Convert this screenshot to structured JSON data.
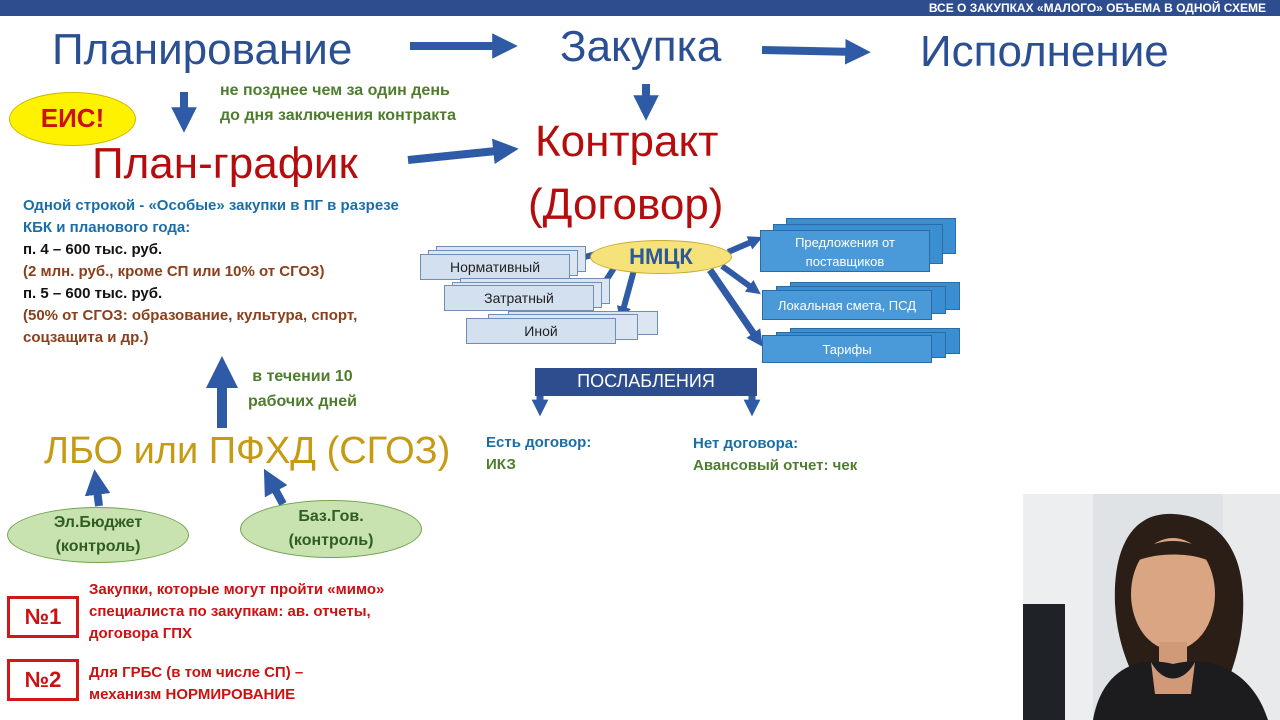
{
  "header": {
    "banner": "ВСЕ О ЗАКУПКАХ «МАЛОГО» ОБЪЕМА В ОДНОЙ СХЕМЕ"
  },
  "main": {
    "planning": "Планирование",
    "purchase": "Закупка",
    "execution": "Исполнение",
    "eis": "ЕИС!",
    "deadline_line1": "не позднее чем за один день",
    "deadline_line2": "до дня заключения контракта",
    "plan_schedule": "План-график",
    "contract_line1": "Контракт",
    "contract_line2": "(Договор)",
    "pg_note": {
      "line1": "Одной строкой - «Особые» закупки в ПГ в разрезе",
      "line2": "КБК и планового года:",
      "line3": "п. 4 – 600 тыс. руб.",
      "line4": "(2 млн. руб., кроме СП или 10% от СГОЗ)",
      "line5": "п. 5 – 600 тыс. руб.",
      "line6": "(50% от СГОЗ: образование, культура, спорт,",
      "line7": "соцзащита и др.)"
    },
    "ten_days_line1": "в течении 10",
    "ten_days_line2": "рабочих дней",
    "lbo": "ЛБО или ПФХД (СГОЗ)",
    "el_budget_line1": "Эл.Бюджет",
    "el_budget_line2": "(контроль)",
    "baz_gov_line1": "Баз.Гов.",
    "baz_gov_line2": "(контроль)",
    "methods_left": [
      "Нормативный",
      "Затратный",
      "Иной"
    ],
    "nmck": "НМЦК",
    "methods_right": {
      "proposals_line1": "Предложения от",
      "proposals_line2": "поставщиков",
      "estimate": "Локальная смета, ПСД",
      "tariffs": "Тарифы"
    },
    "relaxations": "ПОСЛАБЛЕНИЯ",
    "has_contract_line1": "Есть договор:",
    "has_contract_line2": "ИКЗ",
    "no_contract_line1": "Нет договора:",
    "no_contract_line2": "Авансовый отчет: чек",
    "no1_label": "№1",
    "no1_text_line1": "Закупки, которые могут пройти «мимо»",
    "no1_text_line2": "специалиста по закупкам: ав. отчеты,",
    "no1_text_line3": "договора ГПХ",
    "no2_label": "№2",
    "no2_text_line1": "Для ГРБС (в том числе СП) –",
    "no2_text_line2": "механизм НОРМИРОВАНИЕ"
  },
  "colors": {
    "blue_title": "#2b4f93",
    "red_title": "#b50d0d",
    "arrow_blue": "#2e5aa6",
    "green_text": "#4e7d2e",
    "gold_text": "#c79a14",
    "banner_bg": "#2e4d8f"
  }
}
